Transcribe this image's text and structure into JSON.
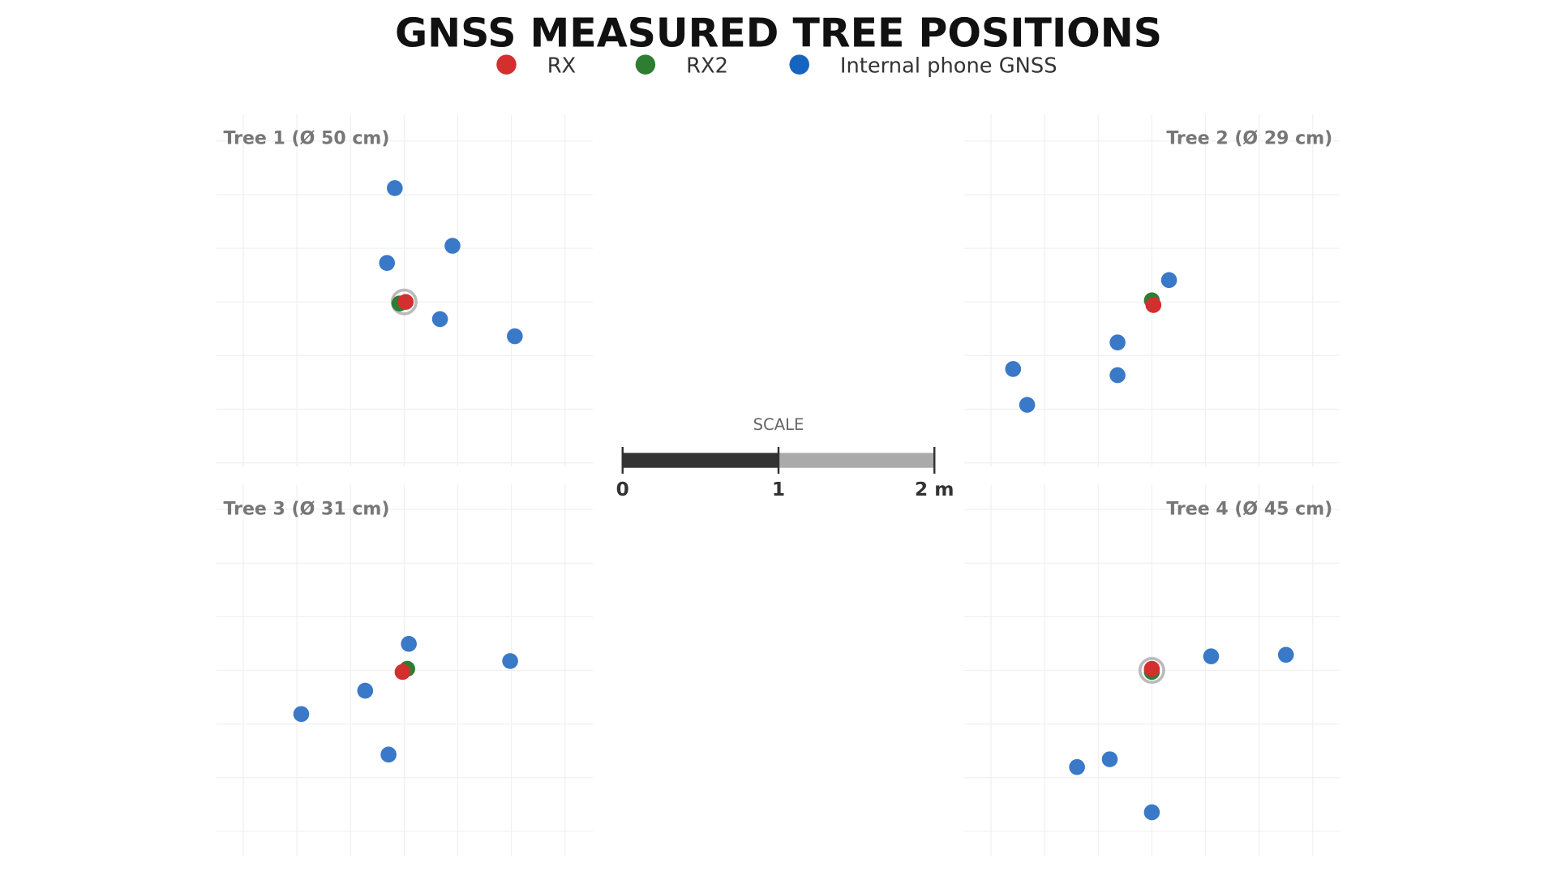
{
  "colors": {
    "RX": "#d32f2f",
    "RX2": "#2e7d32",
    "phone": "#1565c0",
    "phone_fill": "#3a78c8",
    "ring": "#aaaaaa"
  },
  "chart_data": {
    "type": "scatter",
    "title": "GNSS MEASURED TREE POSITIONS",
    "units": "m",
    "legend": {
      "placement": "top-center",
      "entries": [
        "RX",
        "RX2",
        "Internal phone GNSS"
      ]
    },
    "grid": true,
    "scale_bar": {
      "title": "SCALE",
      "ticks": [
        "0",
        "1",
        "2 m"
      ],
      "length_m": 2
    },
    "panels": [
      {
        "title": "Tree 1  (Ø 50 cm)",
        "align": "left",
        "ring": true,
        "rx": [
          0.01,
          0.0
        ],
        "rx2": [
          -0.03,
          -0.01
        ],
        "phone": [
          [
            -0.06,
            0.73
          ],
          [
            0.31,
            0.36
          ],
          [
            -0.11,
            0.25
          ],
          [
            0.23,
            -0.11
          ],
          [
            0.71,
            -0.22
          ]
        ]
      },
      {
        "title": "Tree 2  (Ø 29 cm)",
        "align": "right",
        "ring": false,
        "rx": [
          0.01,
          -0.02
        ],
        "rx2": [
          0.0,
          0.01
        ],
        "phone": [
          [
            0.11,
            0.14
          ],
          [
            -0.22,
            -0.26
          ],
          [
            -0.89,
            -0.43
          ],
          [
            -0.22,
            -0.47
          ],
          [
            -0.8,
            -0.66
          ]
        ]
      },
      {
        "title": "Tree 3  (Ø 31 cm)",
        "align": "left",
        "ring": false,
        "rx": [
          -0.01,
          -0.01
        ],
        "rx2": [
          0.02,
          0.01
        ],
        "phone": [
          [
            0.03,
            0.17
          ],
          [
            0.68,
            0.06
          ],
          [
            -0.25,
            -0.13
          ],
          [
            -0.66,
            -0.28
          ],
          [
            -0.1,
            -0.54
          ]
        ]
      },
      {
        "title": "Tree 4  (Ø 45 cm)",
        "align": "right",
        "ring": true,
        "rx": [
          0.0,
          0.01
        ],
        "rx2": [
          0.0,
          -0.01
        ],
        "phone": [
          [
            0.38,
            0.09
          ],
          [
            0.86,
            0.1
          ],
          [
            -0.27,
            -0.57
          ],
          [
            -0.48,
            -0.62
          ],
          [
            0.0,
            -0.91
          ]
        ]
      }
    ]
  }
}
